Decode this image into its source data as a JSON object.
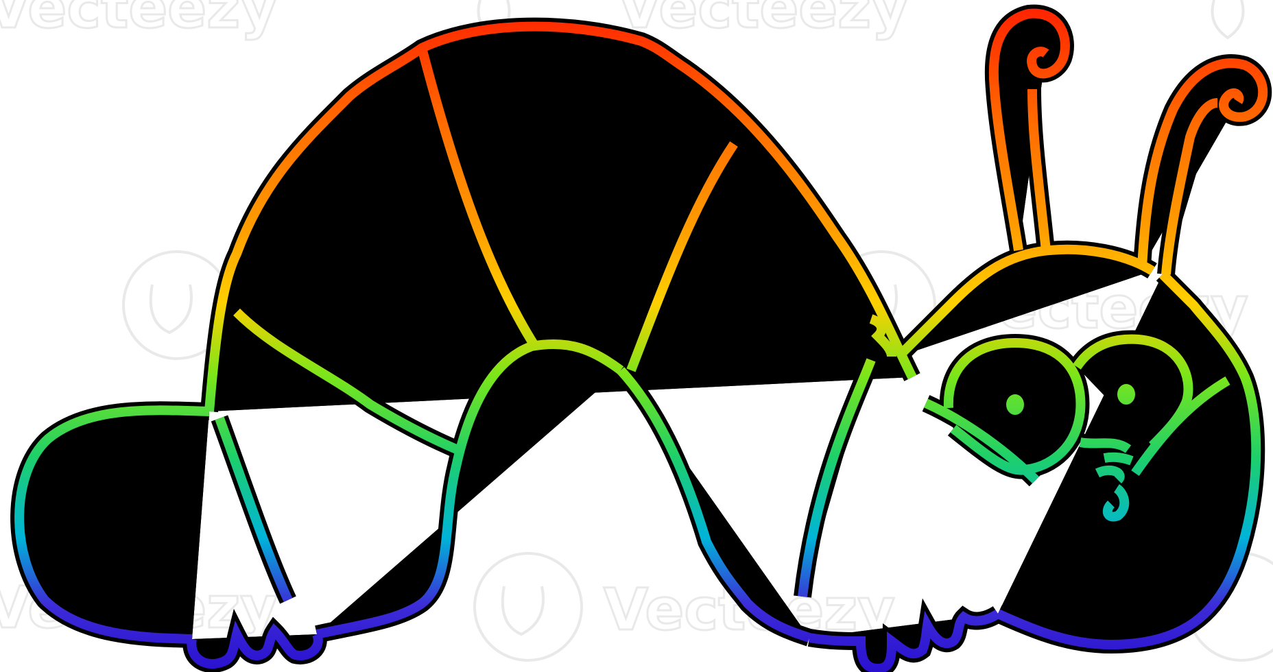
{
  "illustration": {
    "subject": "cartoon caterpillar",
    "style": "rainbow gradient line drawing",
    "gradient_colors": [
      "#ff1e00",
      "#ff9d00",
      "#ffd000",
      "#7ae61a",
      "#1ed06a",
      "#00b4d8",
      "#3d2cd8",
      "#2a10d0"
    ]
  },
  "watermark": {
    "text": "Vecteezy"
  }
}
